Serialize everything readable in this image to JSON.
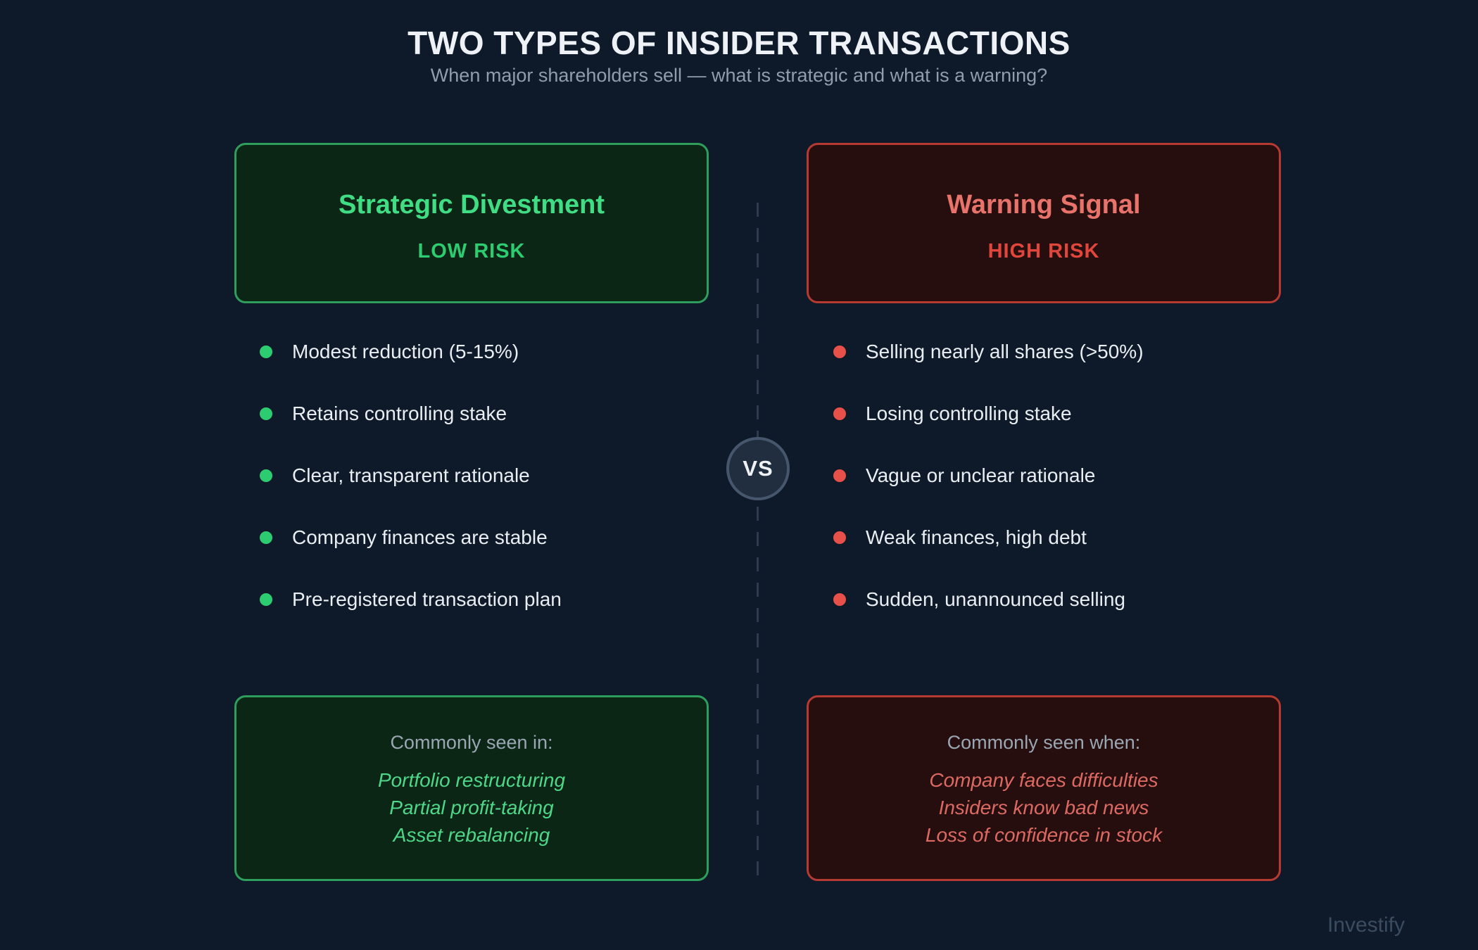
{
  "page": {
    "title": "TWO TYPES OF INSIDER TRANSACTIONS",
    "subtitle": "When major shareholders sell — what is strategic and what is a warning?",
    "vs_label": "VS",
    "watermark": "Investify",
    "colors": {
      "background": "#0e1a29",
      "title_text": "#eef2f6",
      "subtitle_text": "#8f9dac",
      "bullet_text": "#e9eef3",
      "divider": "#2d3b4e",
      "watermark_text": "#3b4b60",
      "green_accent": "#41dd84",
      "green_risk": "#2ecc71",
      "green_border": "#2f9e5c",
      "green_card_bg": "#0c2616",
      "green_italic": "#4fd789",
      "green_dot": "#2ecc71",
      "red_accent": "#e8736b",
      "red_risk": "#e0463b",
      "red_border": "#b43a32",
      "red_card_bg": "#260e0f",
      "red_italic": "#dc6a63",
      "red_dot": "#e8504a",
      "vs_badge_bg": "#212e40",
      "vs_badge_border": "#46566c"
    }
  },
  "left_panel": {
    "title": "Strategic Divestment",
    "risk_label": "LOW RISK",
    "bullets": [
      "Modest reduction (5-15%)",
      "Retains controlling stake",
      "Clear, transparent rationale",
      "Company finances are stable",
      "Pre-registered transaction plan"
    ],
    "footer_heading": "Commonly seen in:",
    "footer_items": [
      "Portfolio restructuring",
      "Partial profit-taking",
      "Asset rebalancing"
    ]
  },
  "right_panel": {
    "title": "Warning Signal",
    "risk_label": "HIGH RISK",
    "bullets": [
      "Selling nearly all shares (>50%)",
      "Losing controlling stake",
      "Vague or unclear rationale",
      "Weak finances, high debt",
      "Sudden, unannounced selling"
    ],
    "footer_heading": "Commonly seen when:",
    "footer_items": [
      "Company faces difficulties",
      "Insiders know bad news",
      "Loss of confidence in stock"
    ]
  }
}
